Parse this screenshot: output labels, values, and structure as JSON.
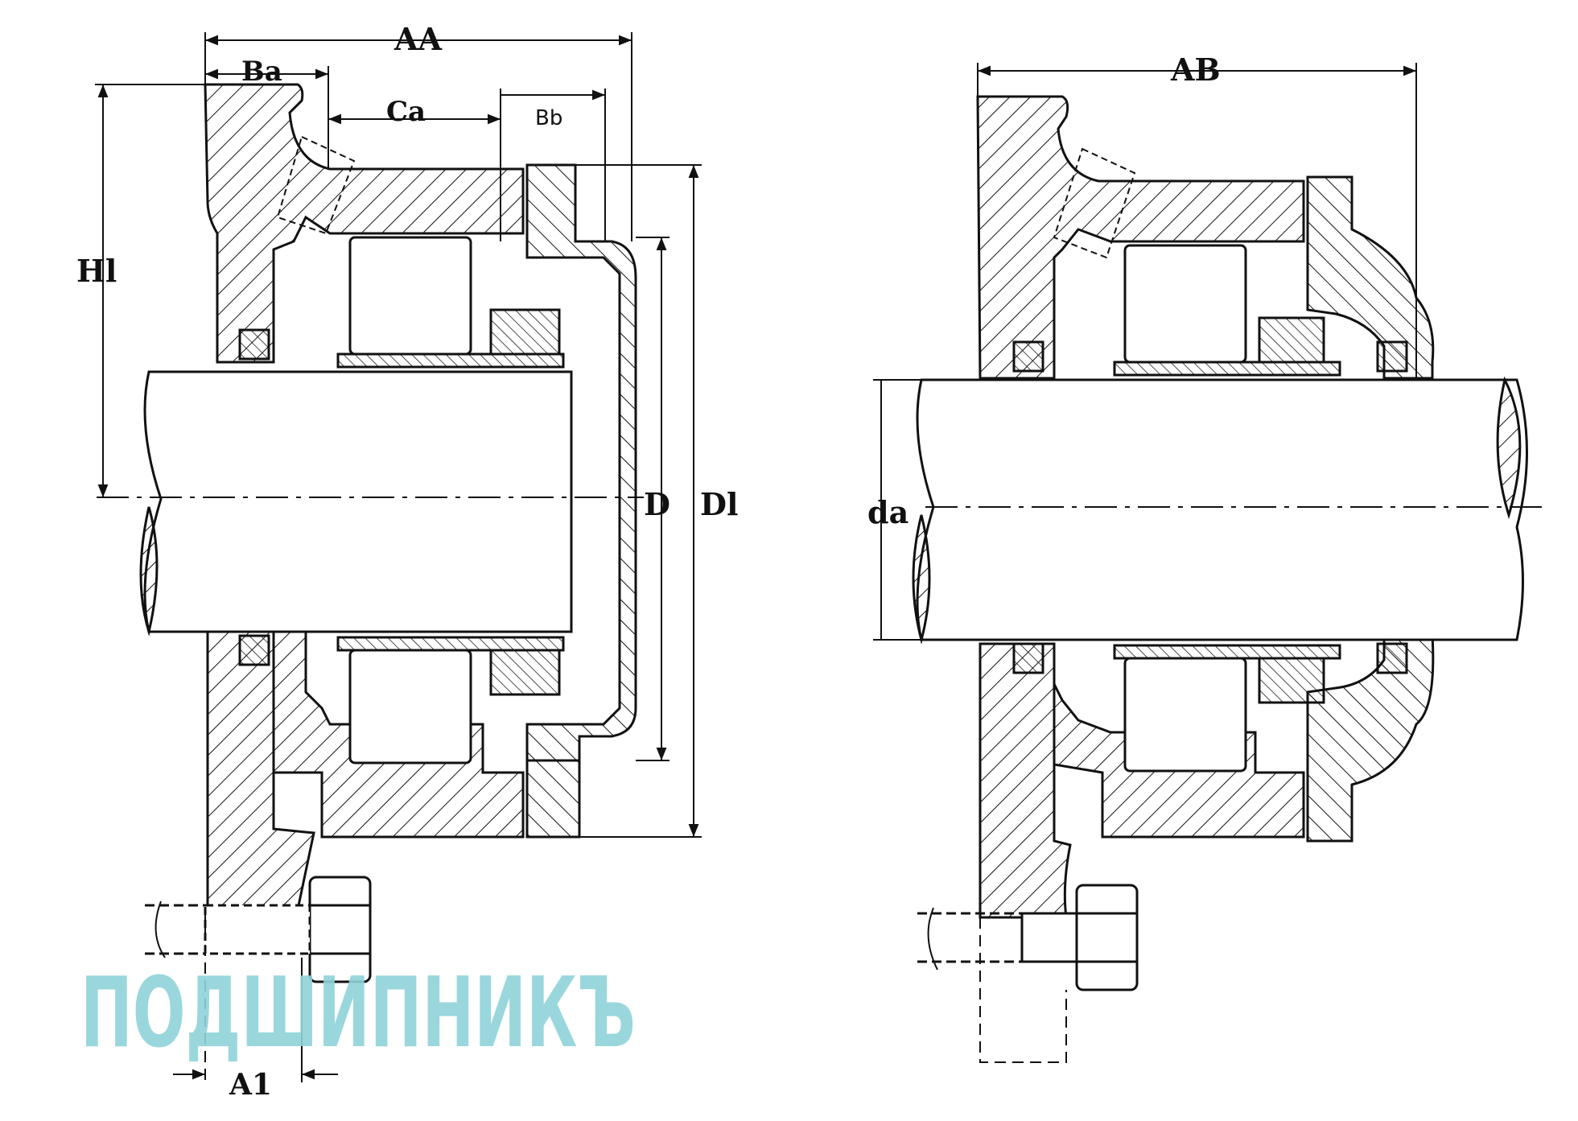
{
  "labels": {
    "AA": "AA",
    "Ba": "Ba",
    "Ca": "Ca",
    "Bb": "Bb",
    "Hl": "Hl",
    "D": "D",
    "Dl": "Dl",
    "A1": "A1",
    "AB": "AB",
    "da": "da"
  },
  "watermark": {
    "text": "ПОДШИПНИКЪ"
  },
  "colors": {
    "line": "#111111",
    "watermark": "#8fd3da"
  }
}
